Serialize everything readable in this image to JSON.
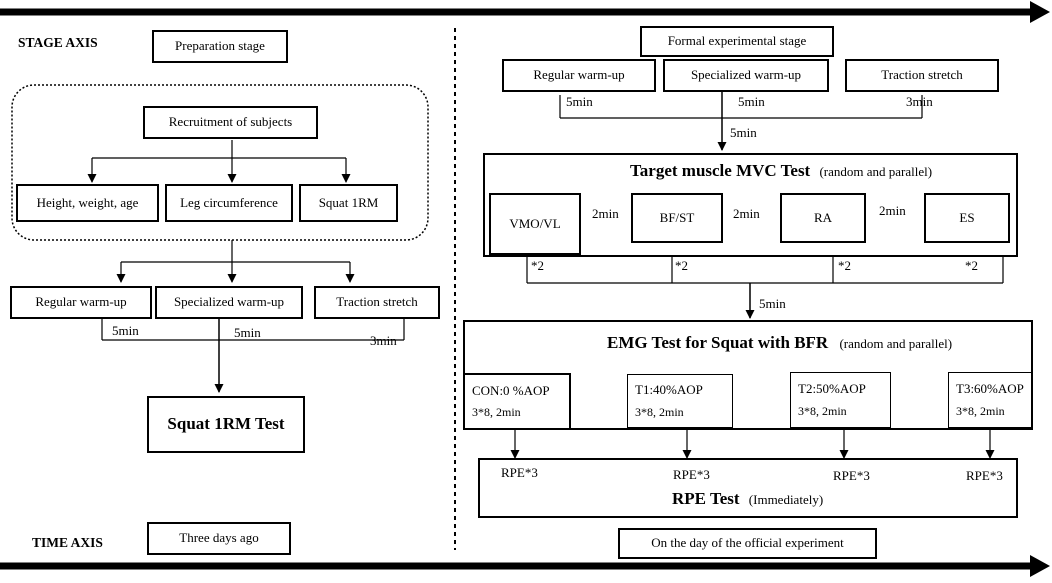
{
  "axes": {
    "stage_axis": "STAGE AXIS",
    "time_axis": "TIME AXIS"
  },
  "prep": {
    "stage_title": "Preparation stage",
    "recruitment": "Recruitment of subjects",
    "measures": [
      "Height, weight, age",
      "Leg circumference",
      "Squat 1RM"
    ],
    "warmups": [
      "Regular warm-up",
      "Specialized warm-up",
      "Traction stretch"
    ],
    "durations": [
      "5min",
      "5min",
      "3min"
    ],
    "test": "Squat 1RM Test",
    "time": "Three days ago"
  },
  "formal": {
    "stage_title": "Formal experimental stage",
    "warmups": [
      "Regular warm-up",
      "Specialized warm-up",
      "Traction stretch"
    ],
    "durations": [
      "5min",
      "5min",
      "3min"
    ],
    "to_mvc": "5min",
    "mvc": {
      "title": "Target muscle MVC Test",
      "note": "(random and parallel)",
      "muscles": [
        "VMO/VL",
        "BF/ST",
        "RA",
        "ES"
      ],
      "rests": [
        "2min",
        "2min",
        "2min"
      ],
      "repeats": [
        "*2",
        "*2",
        "*2",
        "*2"
      ]
    },
    "to_emg": "5min",
    "emg": {
      "title": "EMG Test for Squat with BFR",
      "note": "(random and parallel)",
      "conditions": [
        {
          "name": "CON:0 %AOP",
          "protocol": "3*8, 2min"
        },
        {
          "name": "T1:40%AOP",
          "protocol": "3*8, 2min"
        },
        {
          "name": "T2:50%AOP",
          "protocol": "3*8, 2min"
        },
        {
          "name": "T3:60%AOP",
          "protocol": "3*8, 2min"
        }
      ]
    },
    "rpe": {
      "labels": [
        "RPE*3",
        "RPE*3",
        "RPE*3",
        "RPE*3"
      ],
      "title": "RPE Test",
      "note": "(Immediately)"
    },
    "time": "On the day of the official experiment"
  }
}
